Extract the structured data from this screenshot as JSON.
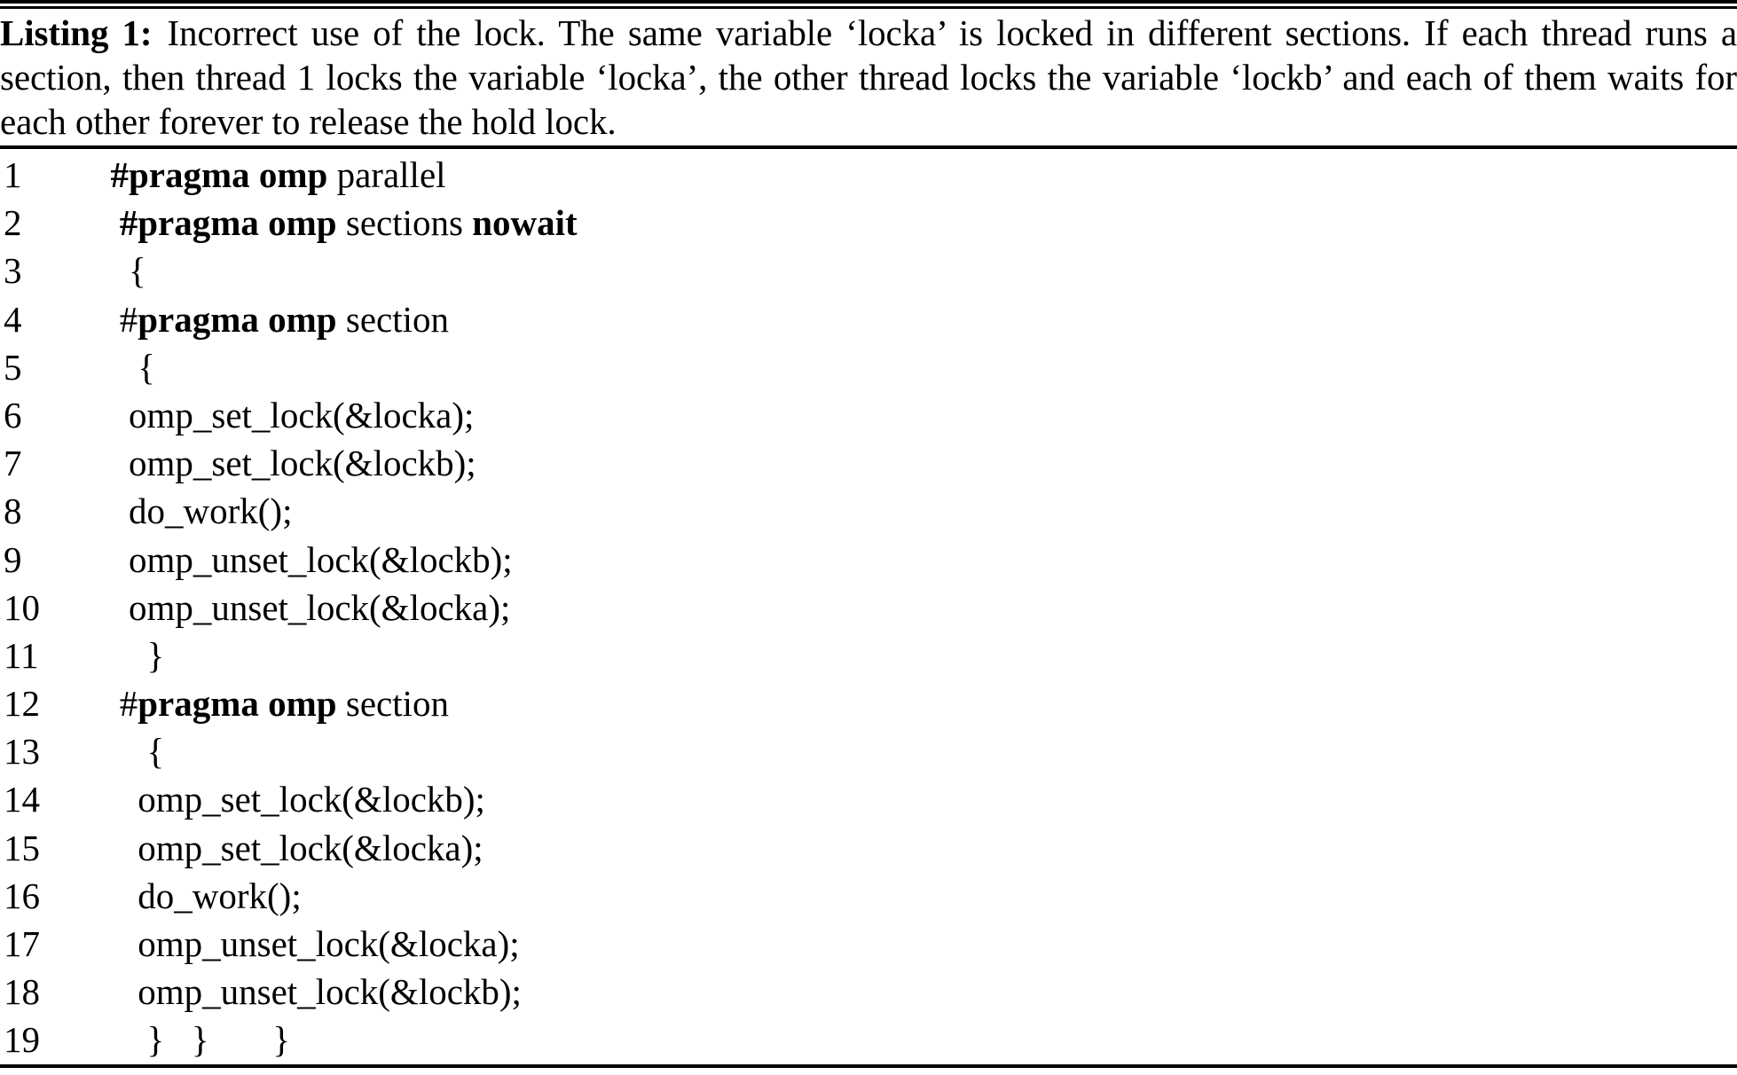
{
  "figure": {
    "kind": "code-listing",
    "label": "Listing 1:",
    "caption": "Incorrect use of the lock. The same variable ‘locka’ is locked in different sections. If each thread runs a section, then thread 1 locks the variable ‘locka’, the other thread locks the variable ‘lockb’ and each of them waits for each other forever to release the hold lock.",
    "language": "C/OpenMP",
    "colors": {
      "text": "#000000",
      "background": "#ffffff",
      "rule": "#000000"
    }
  },
  "code": {
    "first_line_number": 1,
    "last_line_number": 19,
    "lines": [
      {
        "no": "1",
        "indent": "  ",
        "segments": [
          {
            "t": "#pragma omp",
            "b": true
          },
          {
            "t": " parallel",
            "b": false
          }
        ]
      },
      {
        "no": "2",
        "indent": "   ",
        "segments": [
          {
            "t": "#pragma omp",
            "b": true
          },
          {
            "t": " sections ",
            "b": false
          },
          {
            "t": "nowait",
            "b": true
          }
        ]
      },
      {
        "no": "3",
        "indent": "    ",
        "segments": [
          {
            "t": "{",
            "b": false
          }
        ]
      },
      {
        "no": "4",
        "indent": "   ",
        "segments": [
          {
            "t": "#",
            "b": false
          },
          {
            "t": "pragma omp",
            "b": true
          },
          {
            "t": " section",
            "b": false
          }
        ]
      },
      {
        "no": "5",
        "indent": "     ",
        "segments": [
          {
            "t": "{",
            "b": false
          }
        ]
      },
      {
        "no": "6",
        "indent": "    ",
        "segments": [
          {
            "t": "omp_set_lock(&locka);",
            "b": false
          }
        ]
      },
      {
        "no": "7",
        "indent": "    ",
        "segments": [
          {
            "t": "omp_set_lock(&lockb);",
            "b": false
          }
        ]
      },
      {
        "no": "8",
        "indent": "    ",
        "segments": [
          {
            "t": "do_work();",
            "b": false
          }
        ]
      },
      {
        "no": "9",
        "indent": "    ",
        "segments": [
          {
            "t": "omp_unset_lock(&lockb);",
            "b": false
          }
        ]
      },
      {
        "no": "10",
        "indent": "    ",
        "segments": [
          {
            "t": "omp_unset_lock(&locka);",
            "b": false
          }
        ]
      },
      {
        "no": "11",
        "indent": "      ",
        "segments": [
          {
            "t": "}",
            "b": false
          }
        ]
      },
      {
        "no": "12",
        "indent": "   ",
        "segments": [
          {
            "t": "#",
            "b": false
          },
          {
            "t": "pragma omp",
            "b": true
          },
          {
            "t": " section",
            "b": false
          }
        ]
      },
      {
        "no": "13",
        "indent": "      ",
        "segments": [
          {
            "t": "{",
            "b": false
          }
        ]
      },
      {
        "no": "14",
        "indent": "     ",
        "segments": [
          {
            "t": "omp_set_lock(&lockb);",
            "b": false
          }
        ]
      },
      {
        "no": "15",
        "indent": "     ",
        "segments": [
          {
            "t": "omp_set_lock(&locka);",
            "b": false
          }
        ]
      },
      {
        "no": "16",
        "indent": "     ",
        "segments": [
          {
            "t": "do_work();",
            "b": false
          }
        ]
      },
      {
        "no": "17",
        "indent": "     ",
        "segments": [
          {
            "t": "omp_unset_lock(&locka);",
            "b": false
          }
        ]
      },
      {
        "no": "18",
        "indent": "     ",
        "segments": [
          {
            "t": "omp_unset_lock(&lockb);",
            "b": false
          }
        ]
      },
      {
        "no": "19",
        "indent": "      ",
        "segments": [
          {
            "t": "}   }       }",
            "b": false
          }
        ]
      }
    ]
  }
}
